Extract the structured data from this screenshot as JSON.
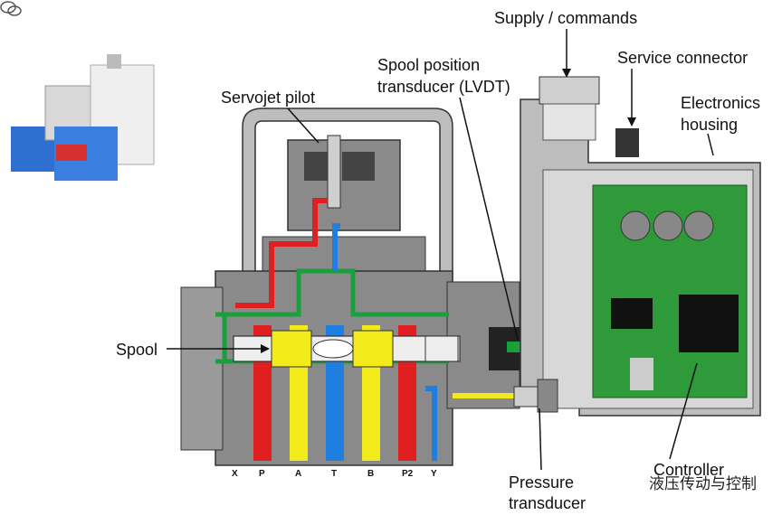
{
  "labels": {
    "supply": "Supply / commands",
    "service": "Service connector",
    "lvdt": [
      "Spool position",
      "transducer (LVDT)"
    ],
    "servojet": "Servojet pilot",
    "electronics": [
      "Electronics",
      "housing"
    ],
    "spool": "Spool",
    "controller": "Controller",
    "pressure": [
      "Pressure",
      "transducer"
    ]
  },
  "ports": [
    "X",
    "P",
    "A",
    "T",
    "B",
    "P2",
    "Y"
  ],
  "watermark": "液压传动与控制",
  "colors": {
    "pressure": "#e02020",
    "work": "#f2ea1a",
    "tank": "#1f7fe0",
    "pilot": "#1aa03a",
    "pcb": "#2f9a3a",
    "body": "#8a8a8a",
    "body_light": "#bdbdbd"
  }
}
